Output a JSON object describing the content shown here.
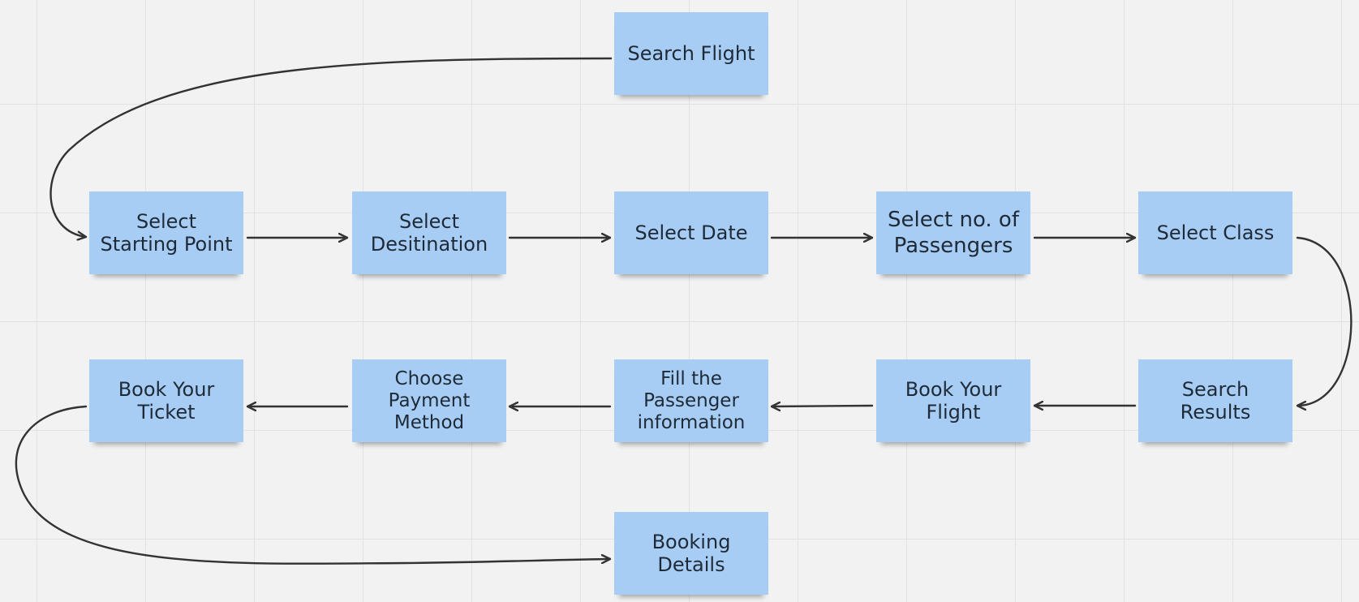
{
  "notes": {
    "search_flight": {
      "label": "Search Flight"
    },
    "select_starting_point": {
      "label": "Select\nStarting Point"
    },
    "select_destination": {
      "label": "Select\nDesitination"
    },
    "select_date": {
      "label": "Select Date"
    },
    "select_passengers": {
      "label": "Select no. of\nPassengers"
    },
    "select_class": {
      "label": "Select Class"
    },
    "search_results": {
      "label": "Search\nResults"
    },
    "book_your_flight": {
      "label": "Book Your\nFlight"
    },
    "fill_passenger_info": {
      "label": "Fill the\nPassenger\ninformation"
    },
    "choose_payment_method": {
      "label": "Choose\nPayment\nMethod"
    },
    "book_your_ticket": {
      "label": "Book Your\nTicket"
    },
    "booking_details": {
      "label": "Booking\nDetails"
    }
  },
  "colors": {
    "canvas_background": "#f2f2f2",
    "grid_line": "#e2e2e2",
    "sticky_note": "#a8cdf5",
    "connector": "#333333",
    "note_text": "#1f2a37"
  }
}
